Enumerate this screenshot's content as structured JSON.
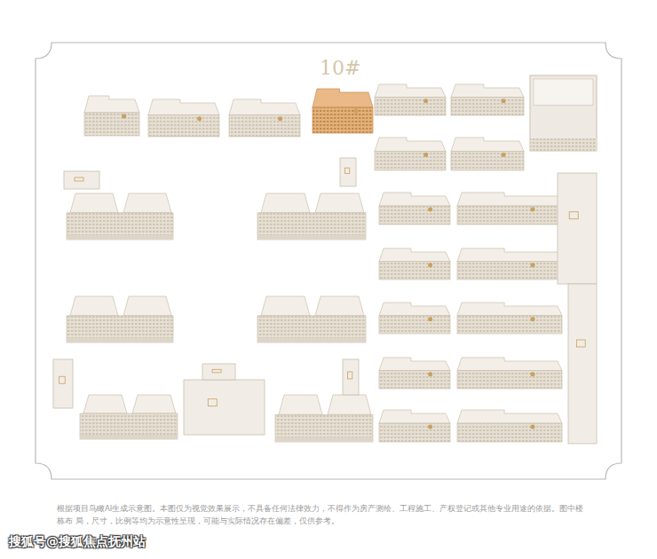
{
  "diagram": {
    "caption": "根据项目鸟瞰AI生成示意图。本图仅为视觉效果展示，不具备任何法律效力，不得作为房产测绘、工程施工、产权登记或其他专业用途的依据。图中楼栋布 局，尺寸，比例等均为示意性呈现，可能与实际情况存在偏差，仅供参考。",
    "labels": [
      "10#",
      "搜狐号@搜狐焦点抚州站"
    ]
  }
}
